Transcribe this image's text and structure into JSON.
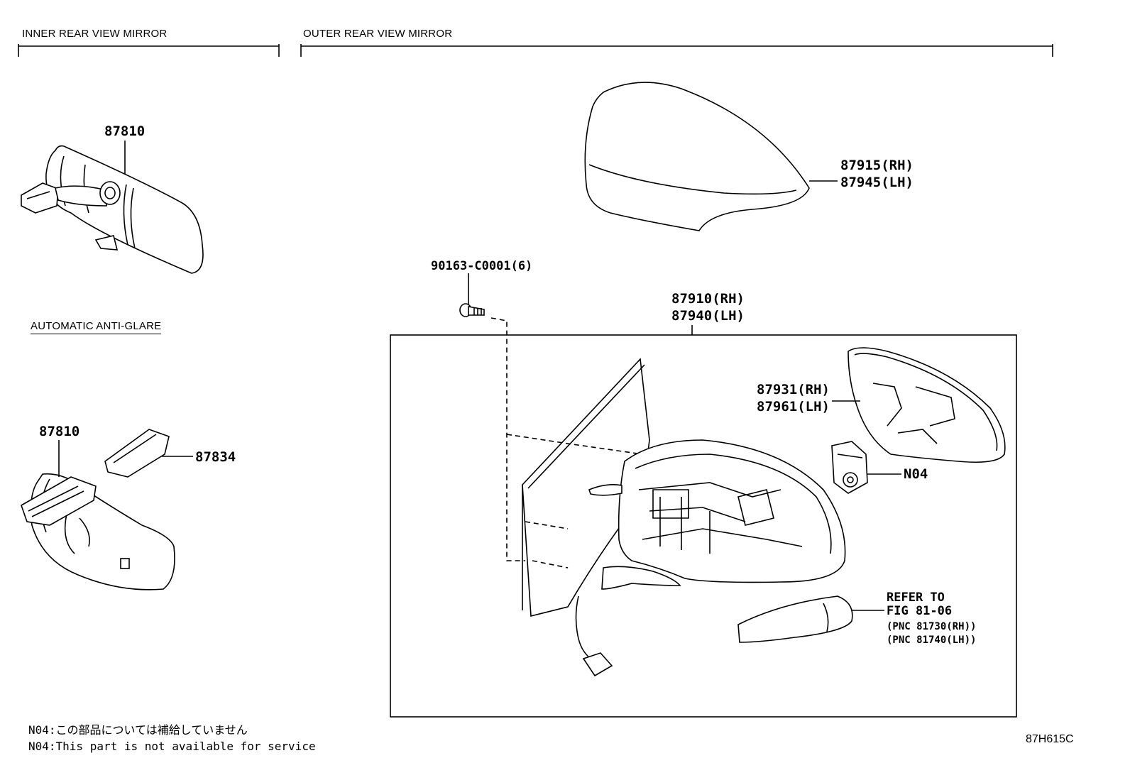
{
  "sections": {
    "inner": "INNER REAR VIEW MIRROR",
    "outer": "OUTER REAR VIEW MIRROR",
    "anti_glare": "AUTOMATIC ANTI-GLARE"
  },
  "parts": {
    "inner_mirror": "87810",
    "anti_glare_mirror": "87810",
    "cover_87834": "87834",
    "cover_rh": "87915(RH)",
    "cover_lh": "87945(LH)",
    "screw": "90163-C0001(6)",
    "assy_rh": "87910(RH)",
    "assy_lh": "87940(LH)",
    "glass_rh": "87931(RH)",
    "glass_lh": "87961(LH)",
    "n04": "N04"
  },
  "refer": {
    "line1": "REFER TO",
    "line2": "FIG 81-06",
    "line3": "(PNC 81730(RH))",
    "line4": "(PNC 81740(LH))"
  },
  "notes": {
    "jp": "N04:この部品については補給していません",
    "en": "N04:This part is not available for service"
  },
  "diagram_code": "87H615C"
}
